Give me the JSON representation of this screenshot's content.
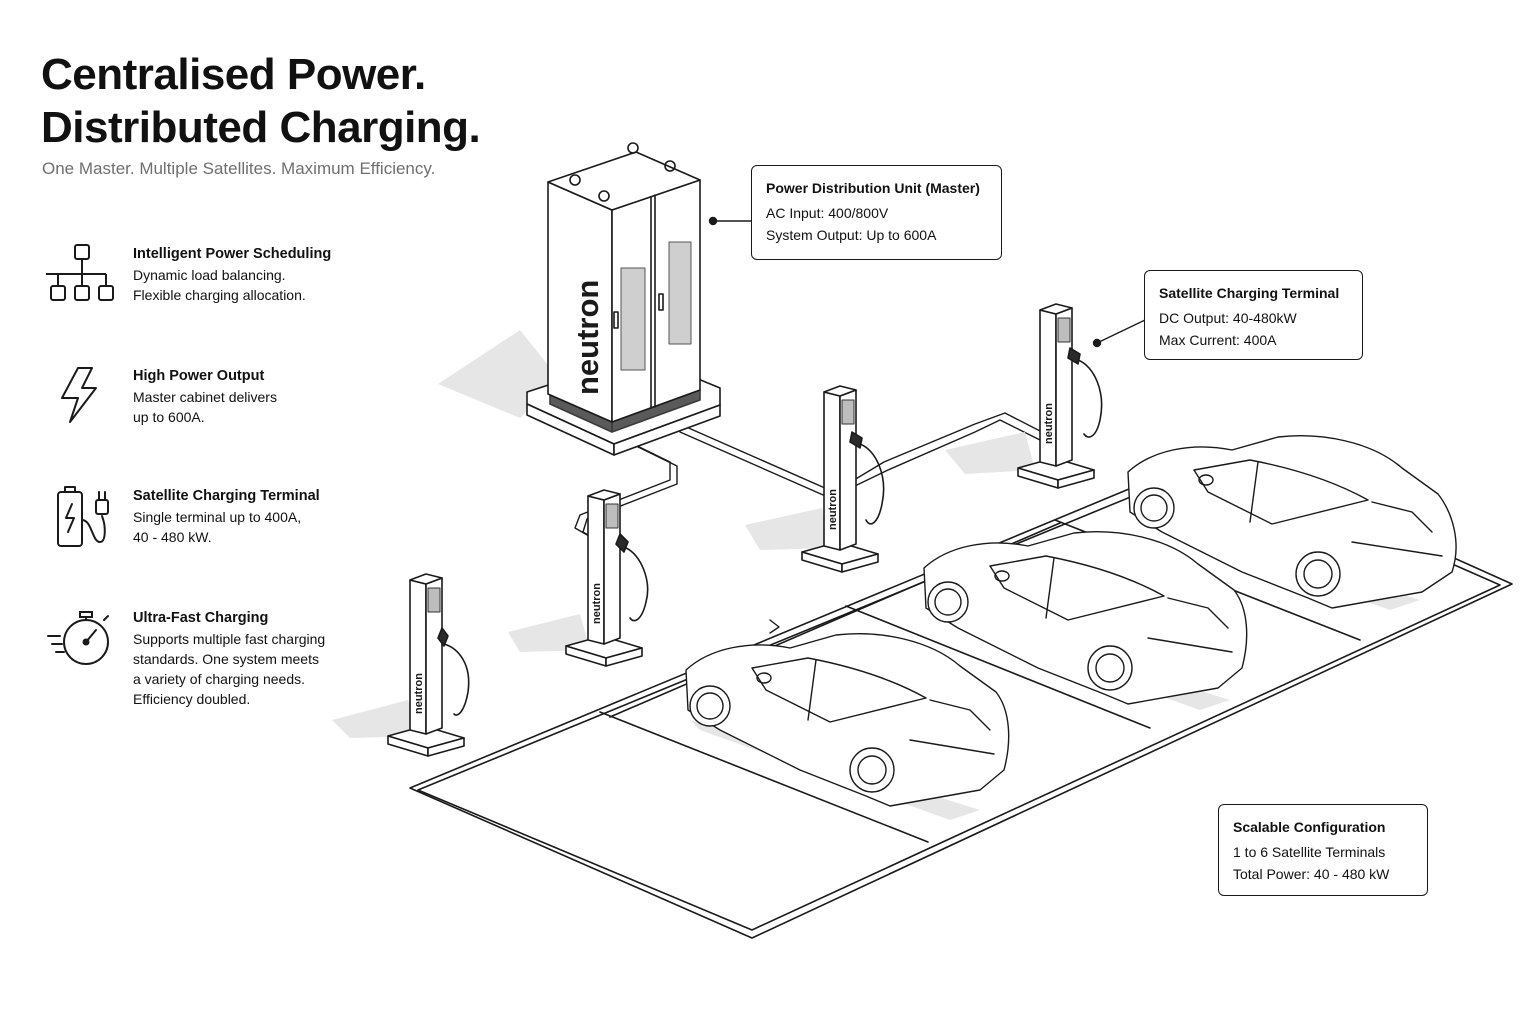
{
  "header": {
    "title_line1": "Centralised Power.",
    "title_line2": "Distributed Charging.",
    "subtitle": "One Master. Multiple Satellites. Maximum Efficiency."
  },
  "features": [
    {
      "icon": "hierarchy-icon",
      "title": "Intelligent Power Scheduling",
      "body": "Dynamic load balancing.\nFlexible charging allocation."
    },
    {
      "icon": "lightning-icon",
      "title": "High Power Output",
      "body": "Master cabinet delivers\nup to 600A."
    },
    {
      "icon": "battery-plug-icon",
      "title": "Satellite Charging Terminal",
      "body": "Single terminal up to 400A,\n40 - 480 kW."
    },
    {
      "icon": "stopwatch-icon",
      "title": "Ultra-Fast Charging",
      "body": "Supports multiple fast charging\nstandards. One system meets\na variety of charging needs.\nEfficiency doubled."
    }
  ],
  "callouts": {
    "master": {
      "title": "Power Distribution Unit (Master)",
      "lines": [
        "AC Input: 400/800V",
        "System Output: Up to 600A"
      ]
    },
    "satellite": {
      "title": "Satellite Charging Terminal",
      "lines": [
        "DC Output: 40-480kW",
        "Max Current: 400A"
      ]
    },
    "scalable": {
      "title": "Scalable Configuration",
      "lines": [
        "1 to 6 Satellite Terminals",
        "Total Power: 40 - 480 kW"
      ]
    }
  },
  "illustration": {
    "cabinet_brand": "neutron",
    "charger_brand": "neutron",
    "colors": {
      "ink": "#1a1a1a",
      "shadow": "#e6e6e6",
      "cabinet_base": "#5a5a5a"
    }
  }
}
